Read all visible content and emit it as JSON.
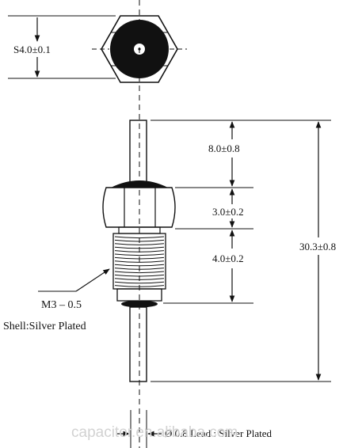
{
  "dimensions": {
    "hex_across_flats": "S4.0±0.1",
    "top_lead_length": "8.0±0.8",
    "nut_height": "3.0±0.2",
    "thread_length": "4.0±0.2",
    "overall_length": "30.3±0.8"
  },
  "callouts": {
    "thread_spec": "M3 – 0.5",
    "shell_note": "Shell:Silver Plated",
    "lead_note": "Ø 0.8 Lead : Silver Plated"
  },
  "watermark": "capacitor.en.alibaba.com",
  "colors": {
    "ink": "#111111",
    "watermark": "#d2d2d2"
  }
}
